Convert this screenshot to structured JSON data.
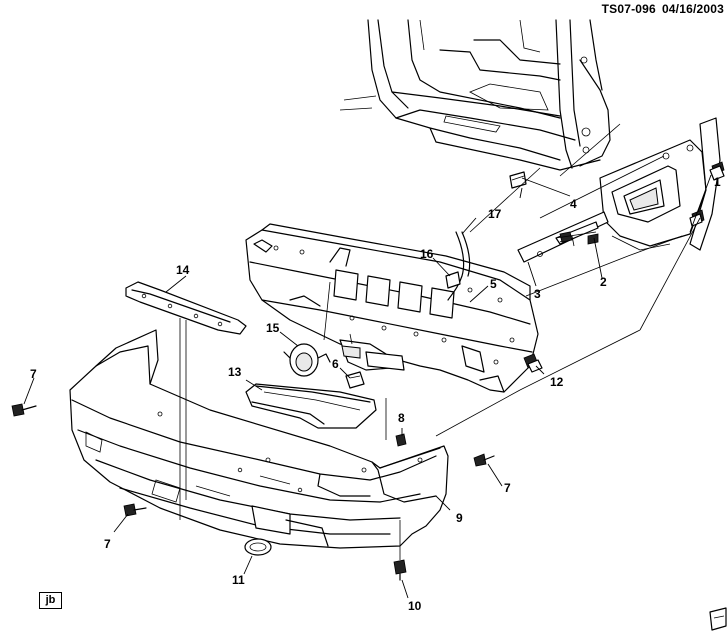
{
  "header": {
    "diagram_id": "TS07-096",
    "date": "04/16/2003"
  },
  "badge": {
    "label": "jb"
  },
  "callouts": [
    {
      "id": "c1",
      "label": "1"
    },
    {
      "id": "c2",
      "label": "2"
    },
    {
      "id": "c3",
      "label": "3"
    },
    {
      "id": "c4",
      "label": "4"
    },
    {
      "id": "c5",
      "label": "5"
    },
    {
      "id": "c6",
      "label": "6"
    },
    {
      "id": "c7a",
      "label": "7"
    },
    {
      "id": "c7b",
      "label": "7"
    },
    {
      "id": "c7c",
      "label": "7"
    },
    {
      "id": "c8",
      "label": "8"
    },
    {
      "id": "c9",
      "label": "9"
    },
    {
      "id": "c10",
      "label": "10"
    },
    {
      "id": "c11",
      "label": "11"
    },
    {
      "id": "c12",
      "label": "12"
    },
    {
      "id": "c13",
      "label": "13"
    },
    {
      "id": "c14",
      "label": "14"
    },
    {
      "id": "c15",
      "label": "15"
    },
    {
      "id": "c16",
      "label": "16"
    },
    {
      "id": "c17",
      "label": "17"
    }
  ]
}
